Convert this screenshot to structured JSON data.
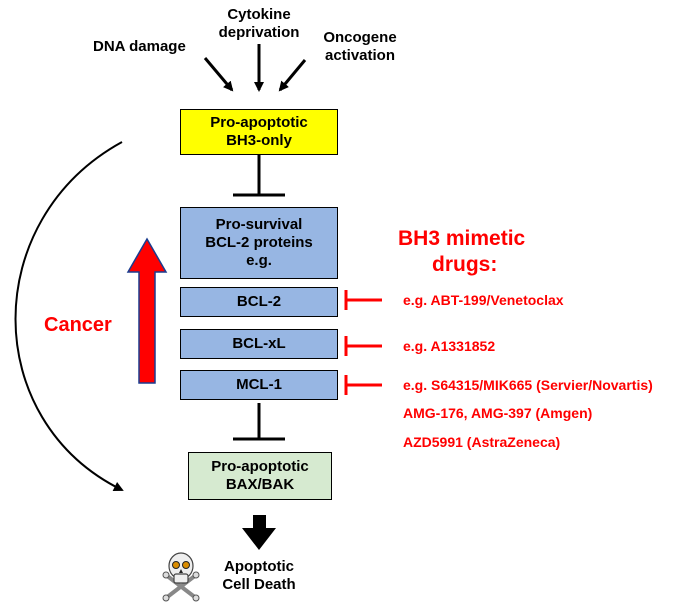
{
  "inputs": {
    "dna_damage": "DNA damage",
    "cytokine_line1": "Cytokine",
    "cytokine_line2": "deprivation",
    "oncogene_line1": "Oncogene",
    "oncogene_line2": "activation"
  },
  "boxes": {
    "bh3_only_line1": "Pro-apoptotic",
    "bh3_only_line2": "BH3-only",
    "prosurvival_line1": "Pro-survival",
    "prosurvival_line2": "BCL-2 proteins",
    "prosurvival_line3": "e.g.",
    "bcl2": "BCL-2",
    "bclxl": "BCL-xL",
    "mcl1": "MCL-1",
    "baxbak_line1": "Pro-apoptotic",
    "baxbak_line2": "BAX/BAK"
  },
  "labels": {
    "cancer": "Cancer",
    "mimetic_line1": "BH3 mimetic",
    "mimetic_line2": "drugs:",
    "death_line1": "Apoptotic",
    "death_line2": "Cell Death"
  },
  "drugs": {
    "bcl2": "e.g. ABT-199/Venetoclax",
    "bclxl": "e.g. A1331852",
    "mcl1_1": "e.g. S64315/MIK665 (Servier/Novartis)",
    "mcl1_2": "AMG-176, AMG-397 (Amgen)",
    "mcl1_3": "AZD5991 (AstraZeneca)"
  },
  "colors": {
    "drug_red": "#ff0000",
    "bh3_box": "#ffff00",
    "bcl2_boxes": "#97b6e3",
    "baxbak_box": "#d6ead0"
  },
  "icons": {
    "death": "skull-crossbones-icon"
  }
}
